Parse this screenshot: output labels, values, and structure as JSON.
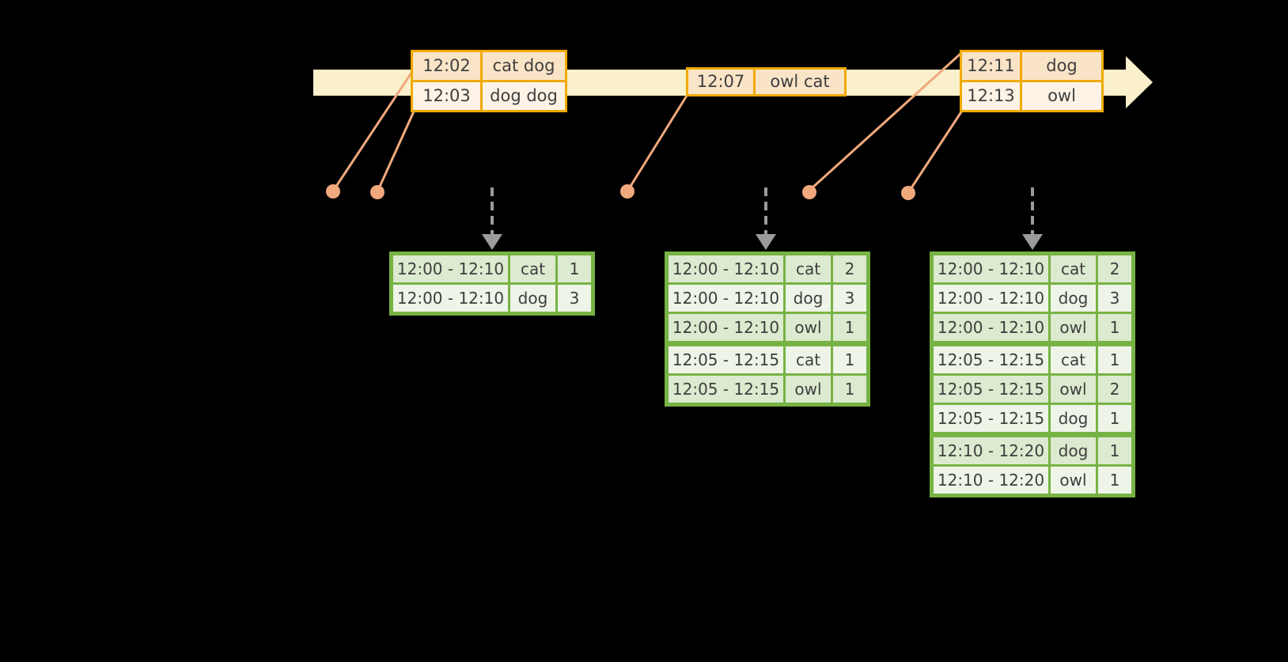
{
  "colors": {
    "background": "#000000",
    "timeline_fill": "#FAF0CB",
    "event_border": "#F0AA00",
    "event_row_dark": "#FAE4C7",
    "event_row_light": "#FCF3E6",
    "connector": "#EFA97D",
    "table_border": "#77B344",
    "table_row_dark": "#DCEACF",
    "table_row_light": "#EEF4E8",
    "arrow_gray": "#9B9B9B",
    "text": "#3E3E3E"
  },
  "timeline_events": [
    {
      "time": "12:02",
      "words": "cat dog"
    },
    {
      "time": "12:03",
      "words": "dog dog"
    },
    {
      "time": "12:07",
      "words": "owl cat"
    },
    {
      "time": "12:11",
      "words": "dog"
    },
    {
      "time": "12:13",
      "words": "owl"
    }
  ],
  "result_tables": [
    {
      "rows": [
        {
          "window": "12:00 - 12:10",
          "word": "cat",
          "count": "1"
        },
        {
          "window": "12:00 - 12:10",
          "word": "dog",
          "count": "3"
        }
      ]
    },
    {
      "rows": [
        {
          "window": "12:00 - 12:10",
          "word": "cat",
          "count": "2"
        },
        {
          "window": "12:00 - 12:10",
          "word": "dog",
          "count": "3"
        },
        {
          "window": "12:00 - 12:10",
          "word": "owl",
          "count": "1"
        },
        {
          "window": "12:05 - 12:15",
          "word": "cat",
          "count": "1"
        },
        {
          "window": "12:05 - 12:15",
          "word": "owl",
          "count": "1"
        }
      ]
    },
    {
      "rows": [
        {
          "window": "12:00 - 12:10",
          "word": "cat",
          "count": "2"
        },
        {
          "window": "12:00 - 12:10",
          "word": "dog",
          "count": "3"
        },
        {
          "window": "12:00 - 12:10",
          "word": "owl",
          "count": "1"
        },
        {
          "window": "12:05 - 12:15",
          "word": "cat",
          "count": "1"
        },
        {
          "window": "12:05 - 12:15",
          "word": "owl",
          "count": "2"
        },
        {
          "window": "12:05 - 12:15",
          "word": "dog",
          "count": "1"
        },
        {
          "window": "12:10 - 12:20",
          "word": "dog",
          "count": "1"
        },
        {
          "window": "12:10 - 12:20",
          "word": "owl",
          "count": "1"
        }
      ]
    }
  ]
}
